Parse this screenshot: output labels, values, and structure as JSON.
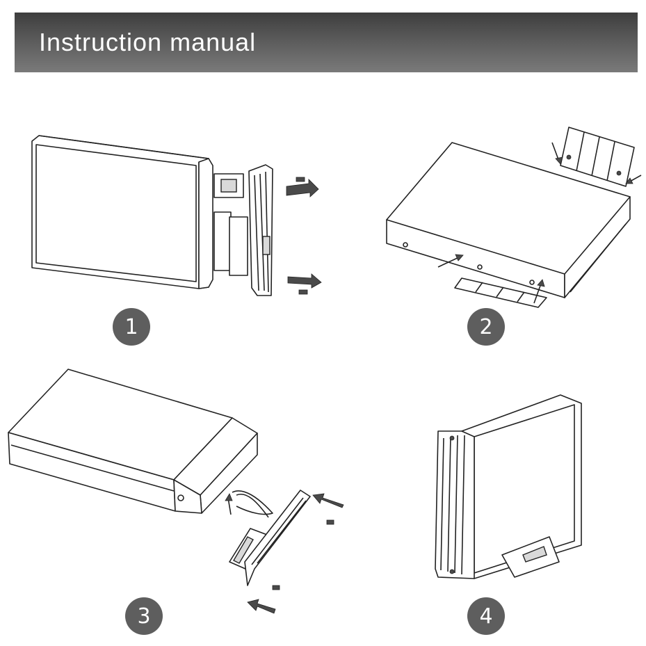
{
  "header": {
    "title": "Instruction manual"
  },
  "steps": [
    {
      "number": "1"
    },
    {
      "number": "2"
    },
    {
      "number": "3"
    },
    {
      "number": "4"
    }
  ],
  "colors": {
    "header_dark": "#3e3e3e",
    "header_light": "#7a7a7a",
    "badge": "#5e5e5e"
  }
}
